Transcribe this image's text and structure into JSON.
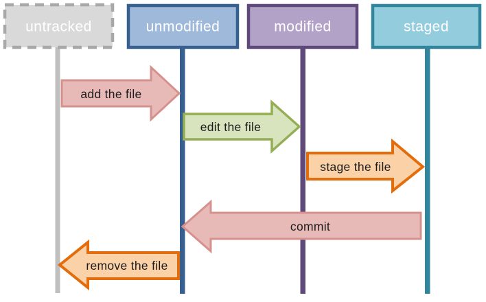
{
  "diagram": {
    "background": "#ffffff",
    "state_label_color": "#ffffff",
    "arrow_label_color": "#1c1c1c",
    "states": [
      {
        "label": "untracked",
        "fill": "#d9d9d9",
        "border": "#a8a8a8",
        "line_color": "#bfbfbf",
        "border_style": "dashed"
      },
      {
        "label": "unmodified",
        "fill": "#9fb9db",
        "border": "#376091",
        "line_color": "#376091",
        "border_style": "solid"
      },
      {
        "label": "modified",
        "fill": "#b2a2c7",
        "border": "#5f497a",
        "line_color": "#5f497a",
        "border_style": "solid"
      },
      {
        "label": "staged",
        "fill": "#93cddd",
        "border": "#31859c",
        "line_color": "#31859c",
        "border_style": "solid"
      }
    ],
    "transitions": [
      {
        "label": "add the file",
        "from": "untracked",
        "to": "unmodified",
        "direction": "right",
        "fill": "#e7bab7",
        "border": "#d6918e"
      },
      {
        "label": "edit the file",
        "from": "unmodified",
        "to": "modified",
        "direction": "right",
        "fill": "#d7e4bd",
        "border": "#93ae54"
      },
      {
        "label": "stage the file",
        "from": "modified",
        "to": "staged",
        "direction": "right",
        "fill": "#fbd2a8",
        "border": "#e36d0c"
      },
      {
        "label": "commit",
        "from": "staged",
        "to": "unmodified",
        "direction": "left",
        "fill": "#e7bab7",
        "border": "#d6918e"
      },
      {
        "label": "remove the file",
        "from": "unmodified",
        "to": "untracked",
        "direction": "left",
        "fill": "#fbd2a8",
        "border": "#e36d0c"
      }
    ]
  }
}
